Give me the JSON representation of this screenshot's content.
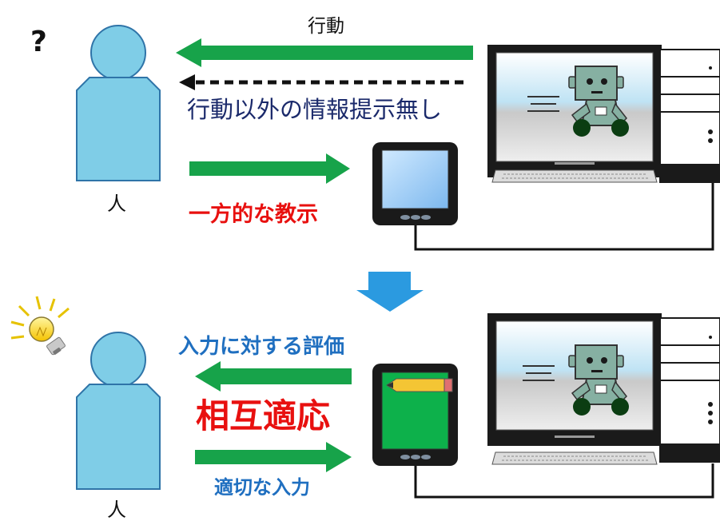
{
  "top_panel": {
    "question_mark": "?",
    "action_label": "行動",
    "no_info_label": "行動以外の情報提示無し",
    "one_way_label": "一方的な教示",
    "person_label": "人"
  },
  "bottom_panel": {
    "evaluation_label": "入力に対する評価",
    "mutual_adaptation_label": "相互適応",
    "proper_input_label": "適切な入力",
    "person_label": "人"
  },
  "colors": {
    "person_fill": "#7fcde7",
    "person_stroke": "#2f74a8",
    "arrow_green": "#17a34a",
    "down_arrow_blue": "#2b9ae0",
    "text_red": "#e8100f",
    "text_blue": "#1f6fc0",
    "text_navy": "#1b2a6b",
    "robot_fill": "#86b0a2",
    "tablet_screen_top": "#b8dcfb",
    "tablet_screen_bottom": "#0db14b"
  },
  "icons": [
    "question-mark-icon",
    "lightbulb-icon",
    "person-icon",
    "robot-icon",
    "computer-icon",
    "tablet-icon",
    "pencil-icon",
    "down-arrow-icon"
  ]
}
